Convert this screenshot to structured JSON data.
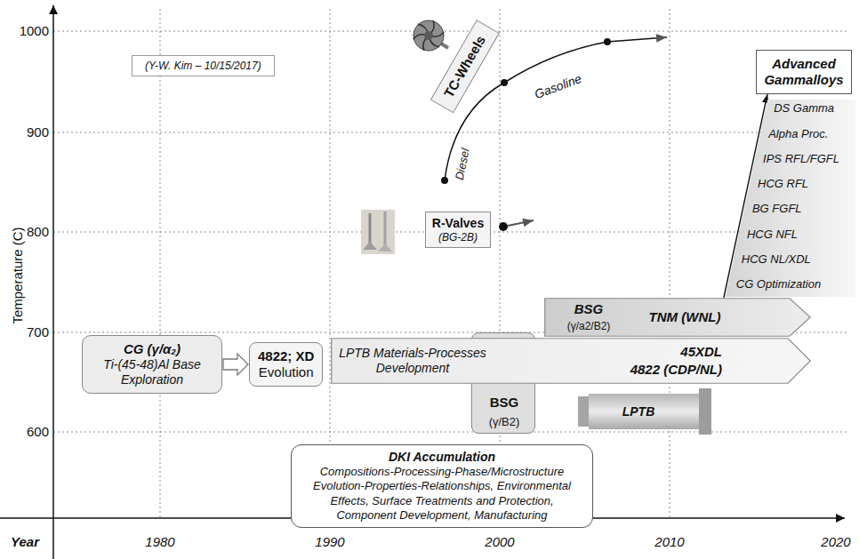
{
  "diagram": {
    "nodes": [
      {
        "text": [
          "(Y-W. Kim – 10/15/2017)"
        ]
      },
      {
        "text": [
          "TC-Wheels"
        ]
      },
      {
        "text": [
          "Advanced Gammalloys"
        ]
      },
      {
        "text": [
          "DS Gamma",
          "Alpha Proc.",
          "IPS RFL/FGFL",
          "HCG RFL",
          "BG FGFL",
          "HCG NFL",
          "HCG NL/XDL",
          "CG Optimization"
        ]
      },
      {
        "text": [
          "R-Valves",
          "(BG-2B)"
        ]
      },
      {
        "text": [
          "BSG",
          "(γ/a2/B2)",
          "TNM (WNL)"
        ]
      },
      {
        "text": [
          "CG (γ/α₂)",
          "Ti-(45-48)Al Base Exploration"
        ]
      },
      {
        "text": [
          "4822; XD",
          "Evolution"
        ]
      },
      {
        "text": [
          "LPTB Materials-Processes Development",
          "45XDL",
          "4822 (CDP/NL)"
        ]
      },
      {
        "text": [
          "BSG",
          "(γ/B2)"
        ]
      },
      {
        "text": [
          "DKI Accumulation",
          "Compositions-Processing-Phase/Microstructure Evolution-Properties-Relationships, Environmental Effects, Surface Treatments and Protection, Component Development, Manufacturing"
        ]
      }
    ],
    "edges": [
      {
        "from": 6,
        "to": 7,
        "arrow": "to"
      },
      {
        "from": 5,
        "to": 2,
        "arrow": "to"
      }
    ],
    "labels": [
      "Gasoline",
      "Diesel",
      "LPTB",
      "1000",
      "900",
      "800",
      "700",
      "600",
      "Temperature (C)",
      "Year",
      "1980",
      "1990",
      "2000",
      "2010",
      "2020"
    ]
  }
}
